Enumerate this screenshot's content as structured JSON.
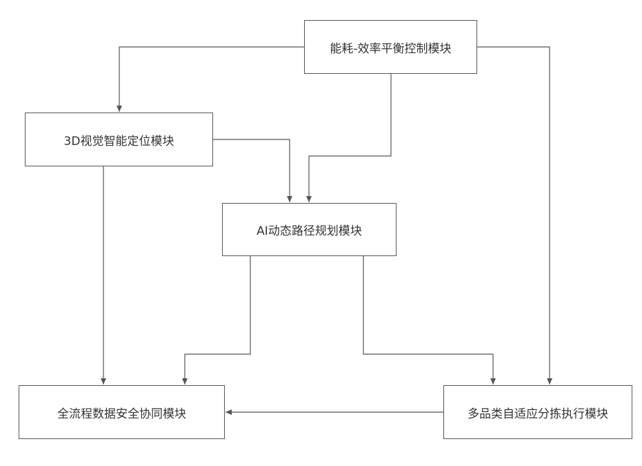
{
  "diagram": {
    "nodes": {
      "energy": "能耗-效率平衡控制模块",
      "vision": "3D视觉智能定位模块",
      "path": "AI动态路径规划模块",
      "security": "全流程数据安全协同模块",
      "sorting": "多品类自适应分拣执行模块"
    },
    "edges": [
      {
        "from": "energy",
        "to": "vision"
      },
      {
        "from": "energy",
        "to": "path"
      },
      {
        "from": "energy",
        "to": "sorting"
      },
      {
        "from": "vision",
        "to": "path"
      },
      {
        "from": "vision",
        "to": "security"
      },
      {
        "from": "path",
        "to": "security"
      },
      {
        "from": "path",
        "to": "sorting"
      },
      {
        "from": "sorting",
        "to": "security"
      }
    ],
    "colors": {
      "line": "#555555",
      "box_border": "#555555",
      "text": "#333333"
    }
  }
}
